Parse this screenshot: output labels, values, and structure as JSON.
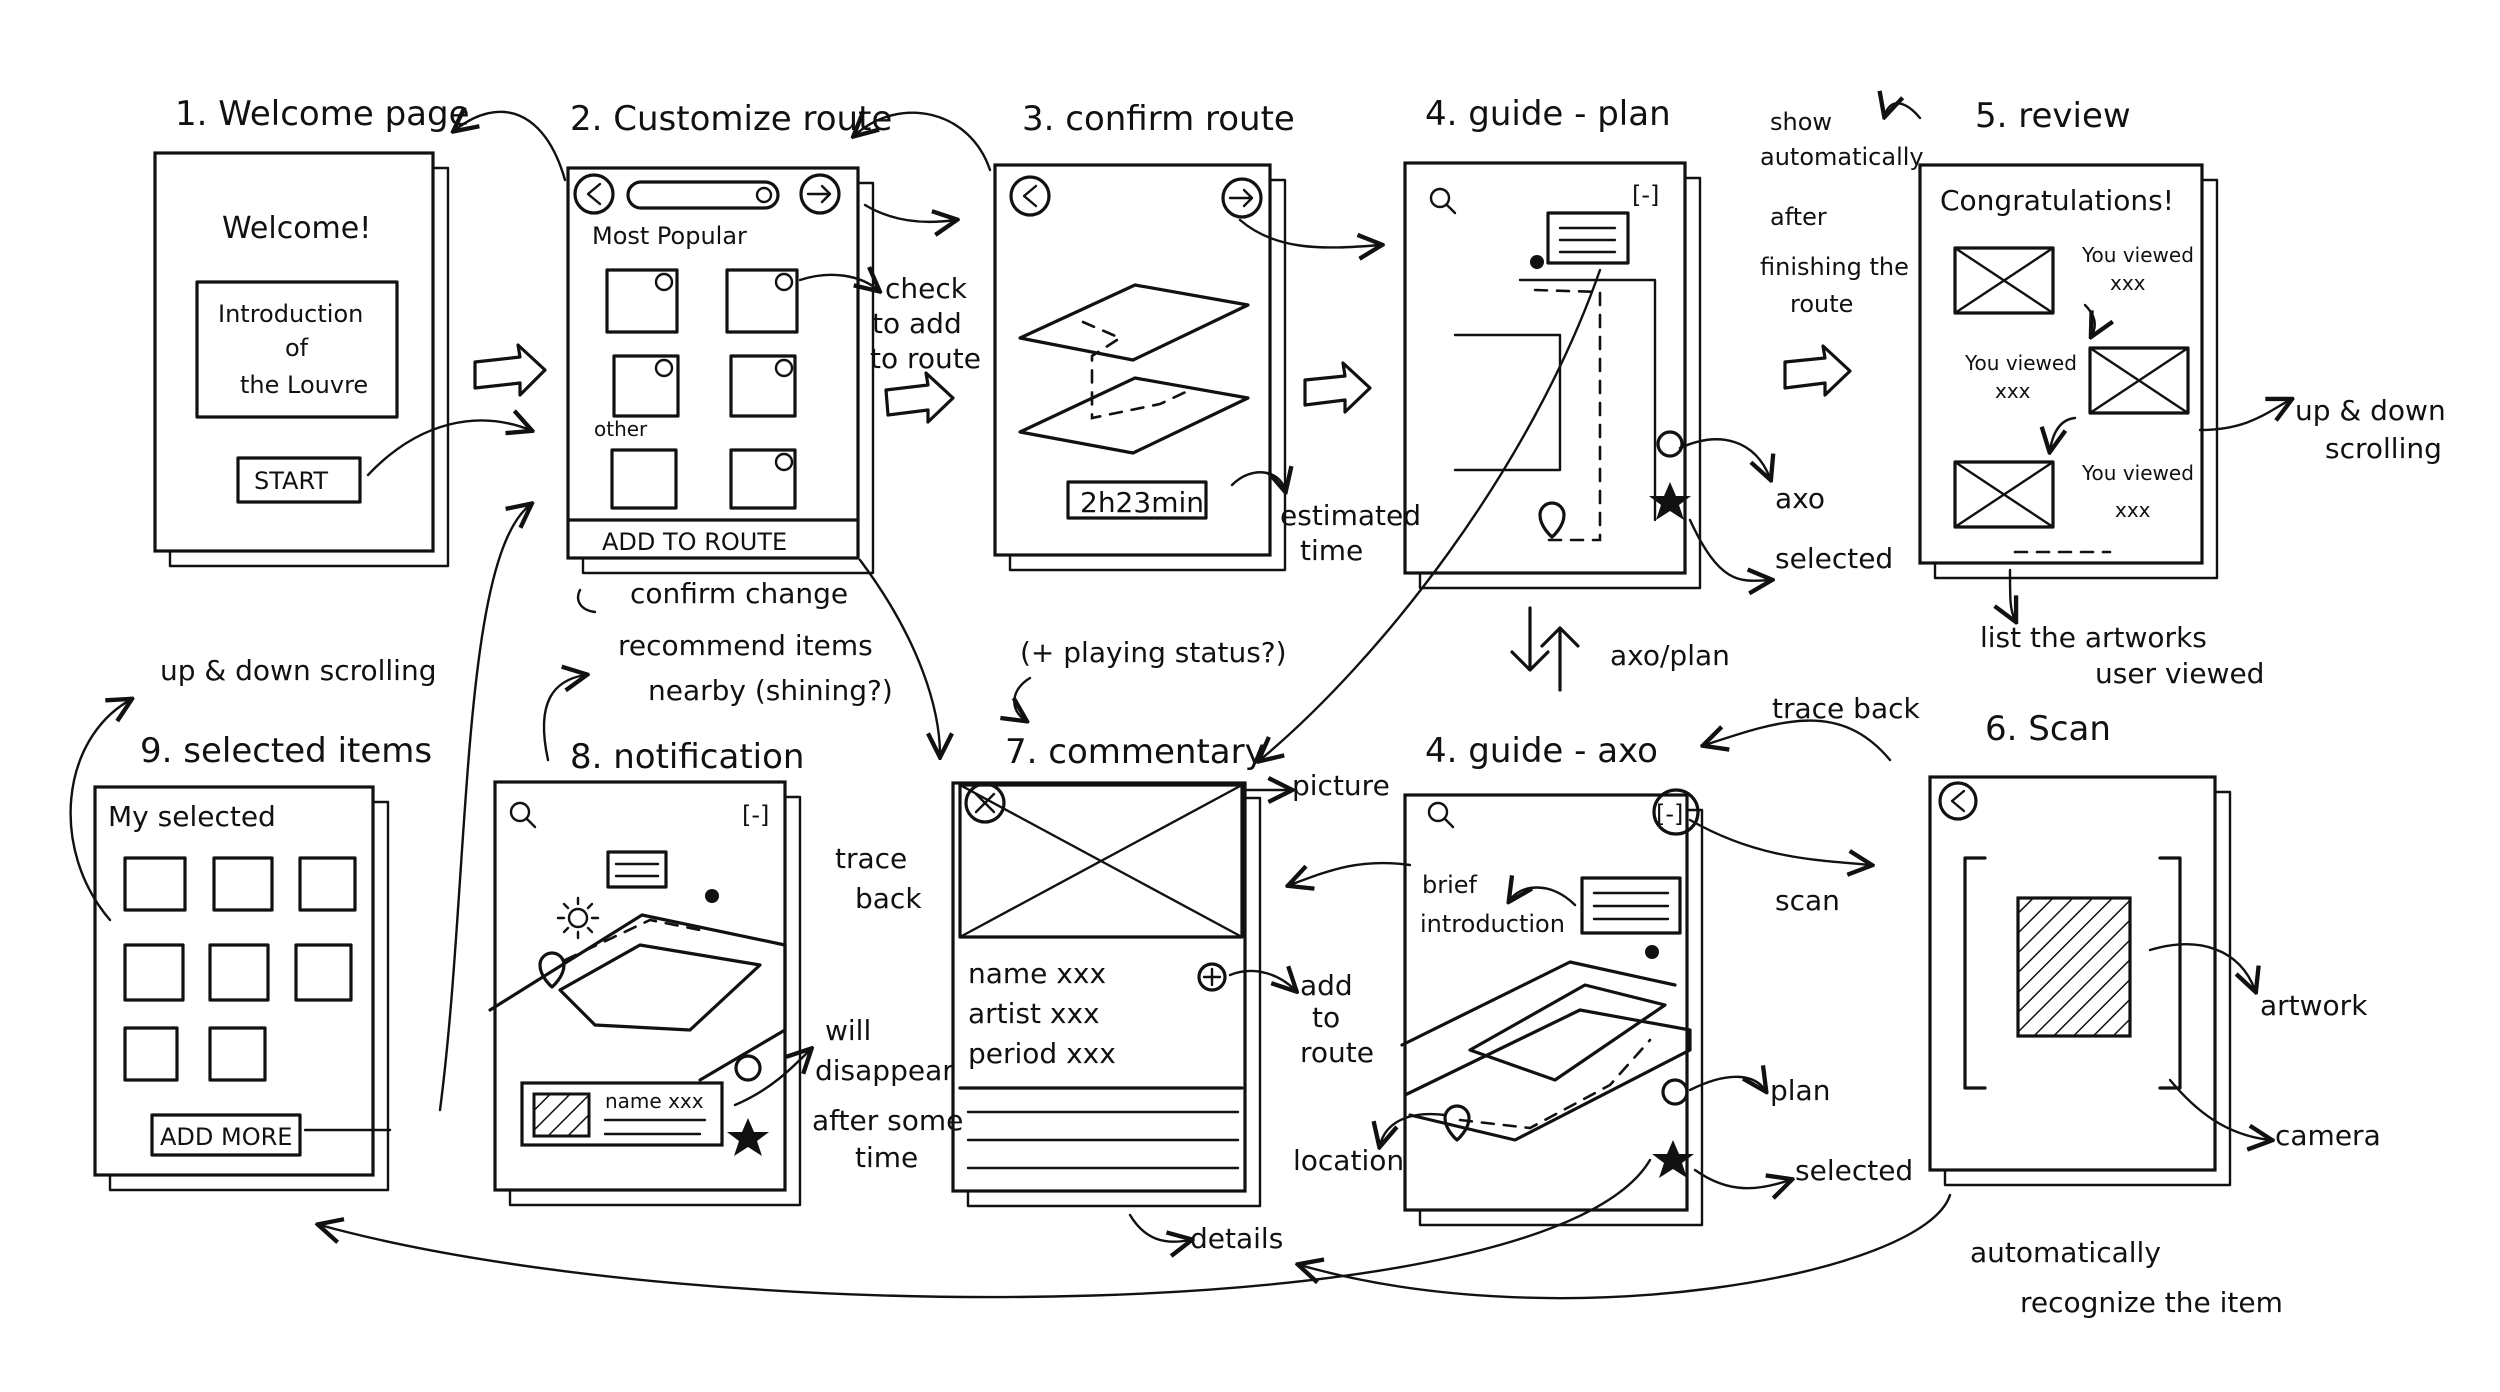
{
  "screens": {
    "s1": {
      "title": "1. Welcome page",
      "welcome": "Welcome!",
      "intro": [
        "Introduction",
        "of",
        "the Louvre"
      ],
      "start": "START"
    },
    "s2": {
      "title": "2. Customize route",
      "most_popular": "Most Popular",
      "other": "other",
      "add_to_route": "ADD TO ROUTE"
    },
    "s3": {
      "title": "3. confirm route",
      "time": "2h23min"
    },
    "s4p": {
      "title": "4. guide - plan",
      "collapse": "[-]"
    },
    "s5": {
      "title": "5. review",
      "congrats": "Congratulations!",
      "viewed": [
        "You viewed",
        "xxx"
      ]
    },
    "s9": {
      "title": "9. selected items",
      "my_selected": "My selected",
      "add_more": "ADD MORE"
    },
    "s8": {
      "title": "8. notification",
      "collapse": "[-]",
      "item_name": "name xxx"
    },
    "s7": {
      "title": "7. commentary",
      "fields": [
        "name xxx",
        "artist xxx",
        "period xxx"
      ]
    },
    "s4a": {
      "title": "4. guide - axo",
      "collapse": "[-]"
    },
    "s6": {
      "title": "6. Scan"
    }
  },
  "annotations": {
    "check_to_add": [
      "check",
      "to add",
      "to route"
    ],
    "estimated_time": [
      "estimated",
      "time"
    ],
    "show_auto": [
      "show",
      "automatically",
      "after",
      "finishing the",
      "route"
    ],
    "axo": "axo",
    "selected_top": "selected",
    "up_down_scrolling_review": [
      "up & down",
      "scrolling"
    ],
    "list_artworks": [
      "list the artworks",
      "user viewed"
    ],
    "axo_plan": "axo/plan",
    "confirm_change": "confirm change",
    "recommend": [
      "recommend items",
      "nearby (shining?)"
    ],
    "playing_status": "(+ playing status?)",
    "up_down_scrolling_selected": "up & down scrolling",
    "trace_back_axo": "trace back",
    "trace_back_commentary": [
      "trace",
      "back"
    ],
    "picture": "picture",
    "brief_intro": [
      "brief",
      "introduction"
    ],
    "scan": "scan",
    "add_to_route": [
      "add",
      "to",
      "route"
    ],
    "will_disappear": [
      "will",
      "disappear",
      "after some",
      "time"
    ],
    "plan": "plan",
    "location": "location",
    "selected_bottom": "selected",
    "details": "details",
    "artwork": "artwork",
    "camera": "camera",
    "auto_recognize": [
      "automatically",
      "recognize the item"
    ]
  }
}
